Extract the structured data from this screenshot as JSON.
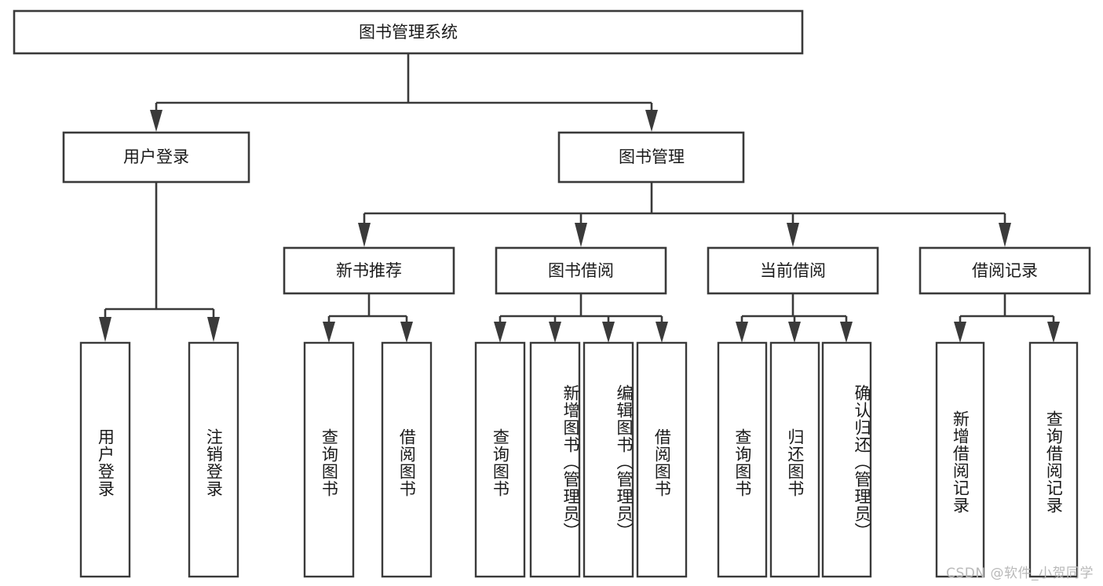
{
  "diagram": {
    "type": "tree-hierarchy",
    "title": "图书管理系统",
    "watermark": "CSDN @软件_小贺同学",
    "colors": {
      "stroke": "#3a3a3a",
      "fill": "#ffffff",
      "text": "#1a1a1a",
      "watermark": "#b9b9b9"
    },
    "levels": {
      "root": {
        "label": "图书管理系统"
      },
      "level2": [
        {
          "label": "用户登录"
        },
        {
          "label": "图书管理"
        }
      ],
      "level3": [
        {
          "label": "新书推荐"
        },
        {
          "label": "图书借阅"
        },
        {
          "label": "当前借阅"
        },
        {
          "label": "借阅记录"
        }
      ],
      "leaves": {
        "user_login": [
          {
            "label": "用户登录"
          },
          {
            "label": "注销登录"
          }
        ],
        "new_book": [
          {
            "label": "查询图书"
          },
          {
            "label": "借阅图书"
          }
        ],
        "book_borrow": [
          {
            "label": "查询图书"
          },
          {
            "label": "新增图书（管理员）"
          },
          {
            "label": "编辑图书（管理员）"
          },
          {
            "label": "借阅图书"
          }
        ],
        "current_borrow": [
          {
            "label": "查询图书"
          },
          {
            "label": "归还图书"
          },
          {
            "label": "确认归还（管理员）"
          }
        ],
        "borrow_record": [
          {
            "label": "新增借阅记录"
          },
          {
            "label": "查询借阅记录"
          }
        ]
      }
    }
  }
}
